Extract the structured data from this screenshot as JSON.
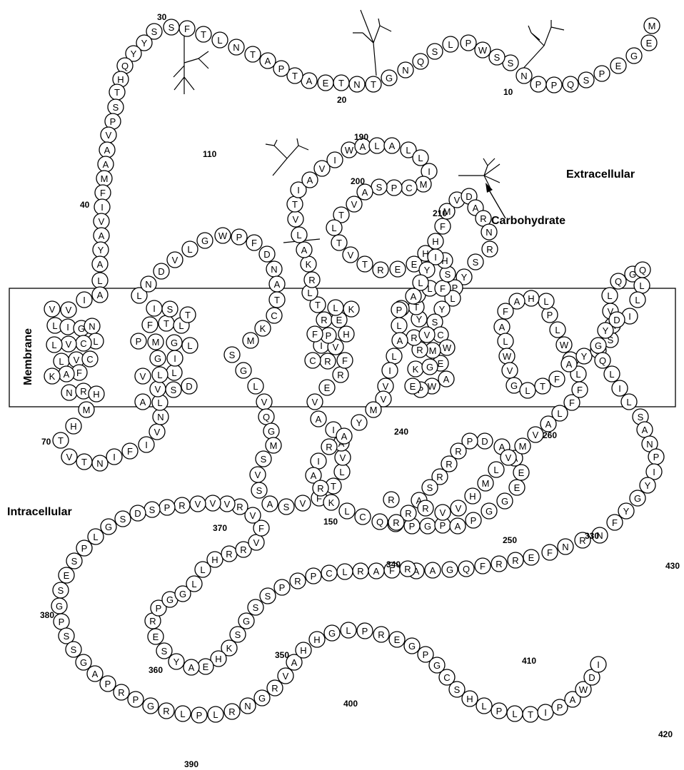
{
  "labels": {
    "extracellular": "Extracellular",
    "intracellular": "Intracellular",
    "membrane": "Membrane",
    "carbohydrate": "Carbohydrate"
  },
  "position_numbers": [
    "10",
    "20",
    "30",
    "40",
    "70",
    "110",
    "150",
    "190",
    "200",
    "210",
    "240",
    "250",
    "260",
    "330",
    "340",
    "350",
    "360",
    "370",
    "380",
    "390",
    "400",
    "410",
    "420",
    "430"
  ],
  "sequence": "MEGEPSQPPNSSWPLSQNGTNTEATPATNLTFSSYYQHTSPVAAMFIVAYALAIVVLIGNLCVLLVCFAKNRHMHTVTNIFIVNLAVSDLLVGILGMPFTLTSILNDVLGWPFDNATCKMSGLVQGMSVSASVFTLVAIAVERFRCIVHPFREKLTLRKALVTIAVIWALALLIMCPSAVTLTVTREEHHFMVDARNRSYPLYSCWEAWPEKGMRRVYTTVLFSHIYLAPLALIVVMYARIARKLCQAPGPAPGGEEAADPRRRSARRRRVVHMLVMVALFFLCWLPLHAFALWVGLTFAYPSAVLQGQLLIDYGQLILSANPIYGYFNRNFERRFQGAARFARLCPRPSSGSKHEAYSERPGGLLHRRVFVRVVVRPSDSGLPSESGPSSGAPRPGRLPLRNGRVAHHGLPREGPGCSHLPLTIPAWDI",
  "glycosylation": [
    "N10",
    "N18",
    "N29",
    "N115",
    "N196"
  ]
}
